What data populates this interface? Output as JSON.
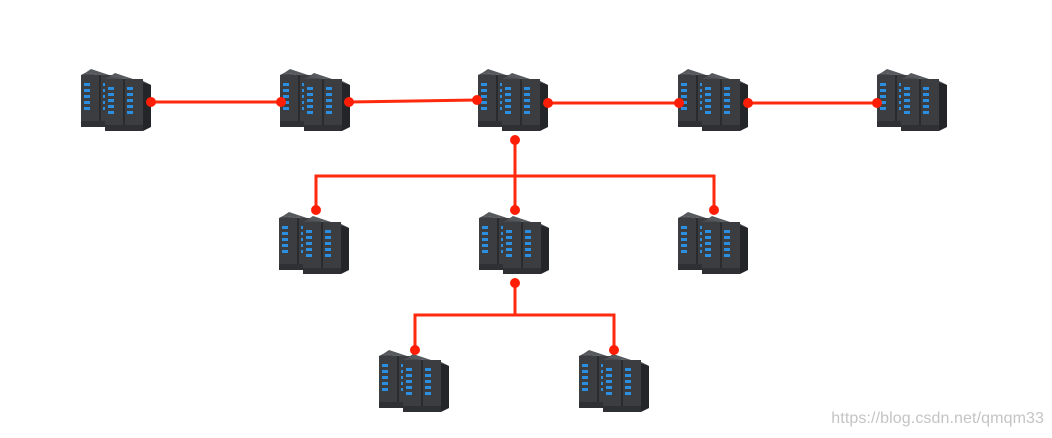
{
  "diagram": {
    "type": "tree-network-topology",
    "nodes": [
      {
        "id": "s1",
        "label": "",
        "icon": "server-icon"
      },
      {
        "id": "s2",
        "label": "",
        "icon": "server-icon"
      },
      {
        "id": "s3",
        "label": "",
        "icon": "server-icon"
      },
      {
        "id": "s4",
        "label": "",
        "icon": "server-icon"
      },
      {
        "id": "s5",
        "label": "",
        "icon": "server-icon"
      },
      {
        "id": "s6",
        "label": "",
        "icon": "server-icon"
      },
      {
        "id": "s7",
        "label": "",
        "icon": "server-icon"
      },
      {
        "id": "s8",
        "label": "",
        "icon": "server-icon"
      },
      {
        "id": "s9",
        "label": "",
        "icon": "server-icon"
      },
      {
        "id": "s10",
        "label": "",
        "icon": "server-icon"
      }
    ],
    "edges": [
      {
        "from": "s1",
        "to": "s2"
      },
      {
        "from": "s2",
        "to": "s3"
      },
      {
        "from": "s3",
        "to": "s4"
      },
      {
        "from": "s4",
        "to": "s5"
      },
      {
        "from": "s3",
        "to": "s6"
      },
      {
        "from": "s3",
        "to": "s7"
      },
      {
        "from": "s3",
        "to": "s8"
      },
      {
        "from": "s7",
        "to": "s9"
      },
      {
        "from": "s7",
        "to": "s10"
      }
    ],
    "colors": {
      "link": "#ff2a0d",
      "dot": "#ff1e05",
      "server_body": "#3b3d40",
      "server_dark": "#242528",
      "server_light": "#56595d",
      "led": "#2b8ee0"
    }
  },
  "watermark": "https://blog.csdn.net/qmqm33"
}
